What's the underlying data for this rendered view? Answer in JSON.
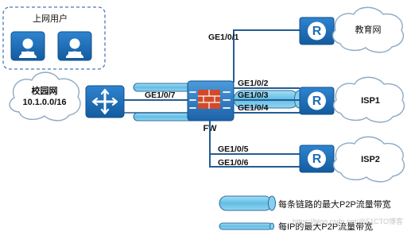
{
  "users_group": {
    "label": "上网用户"
  },
  "campus": {
    "name": "校园网",
    "subnet": "10.1.0.0/16"
  },
  "firewall": {
    "label": "FW",
    "left_port": "GE1/0/7"
  },
  "ports": {
    "p1": "GE1/0/1",
    "p2": "GE1/0/2",
    "p3": "GE1/0/3",
    "p4": "GE1/0/4",
    "p5": "GE1/0/5",
    "p6": "GE1/0/6"
  },
  "clouds": {
    "edu": "教育网",
    "isp1": "ISP1",
    "isp2": "ISP2"
  },
  "legend": {
    "link_max": "每条链路的最大P2P流量带宽",
    "ip_max": "每IP的最大P2P流量带宽"
  },
  "watermark": "https://blog.csdn.net/@51CTO博客",
  "colors": {
    "blue_icon": "#1e6db5",
    "firewall_red": "#d24a2a",
    "pipe_fill": "#79c7ea",
    "line_blue": "#235d93"
  }
}
